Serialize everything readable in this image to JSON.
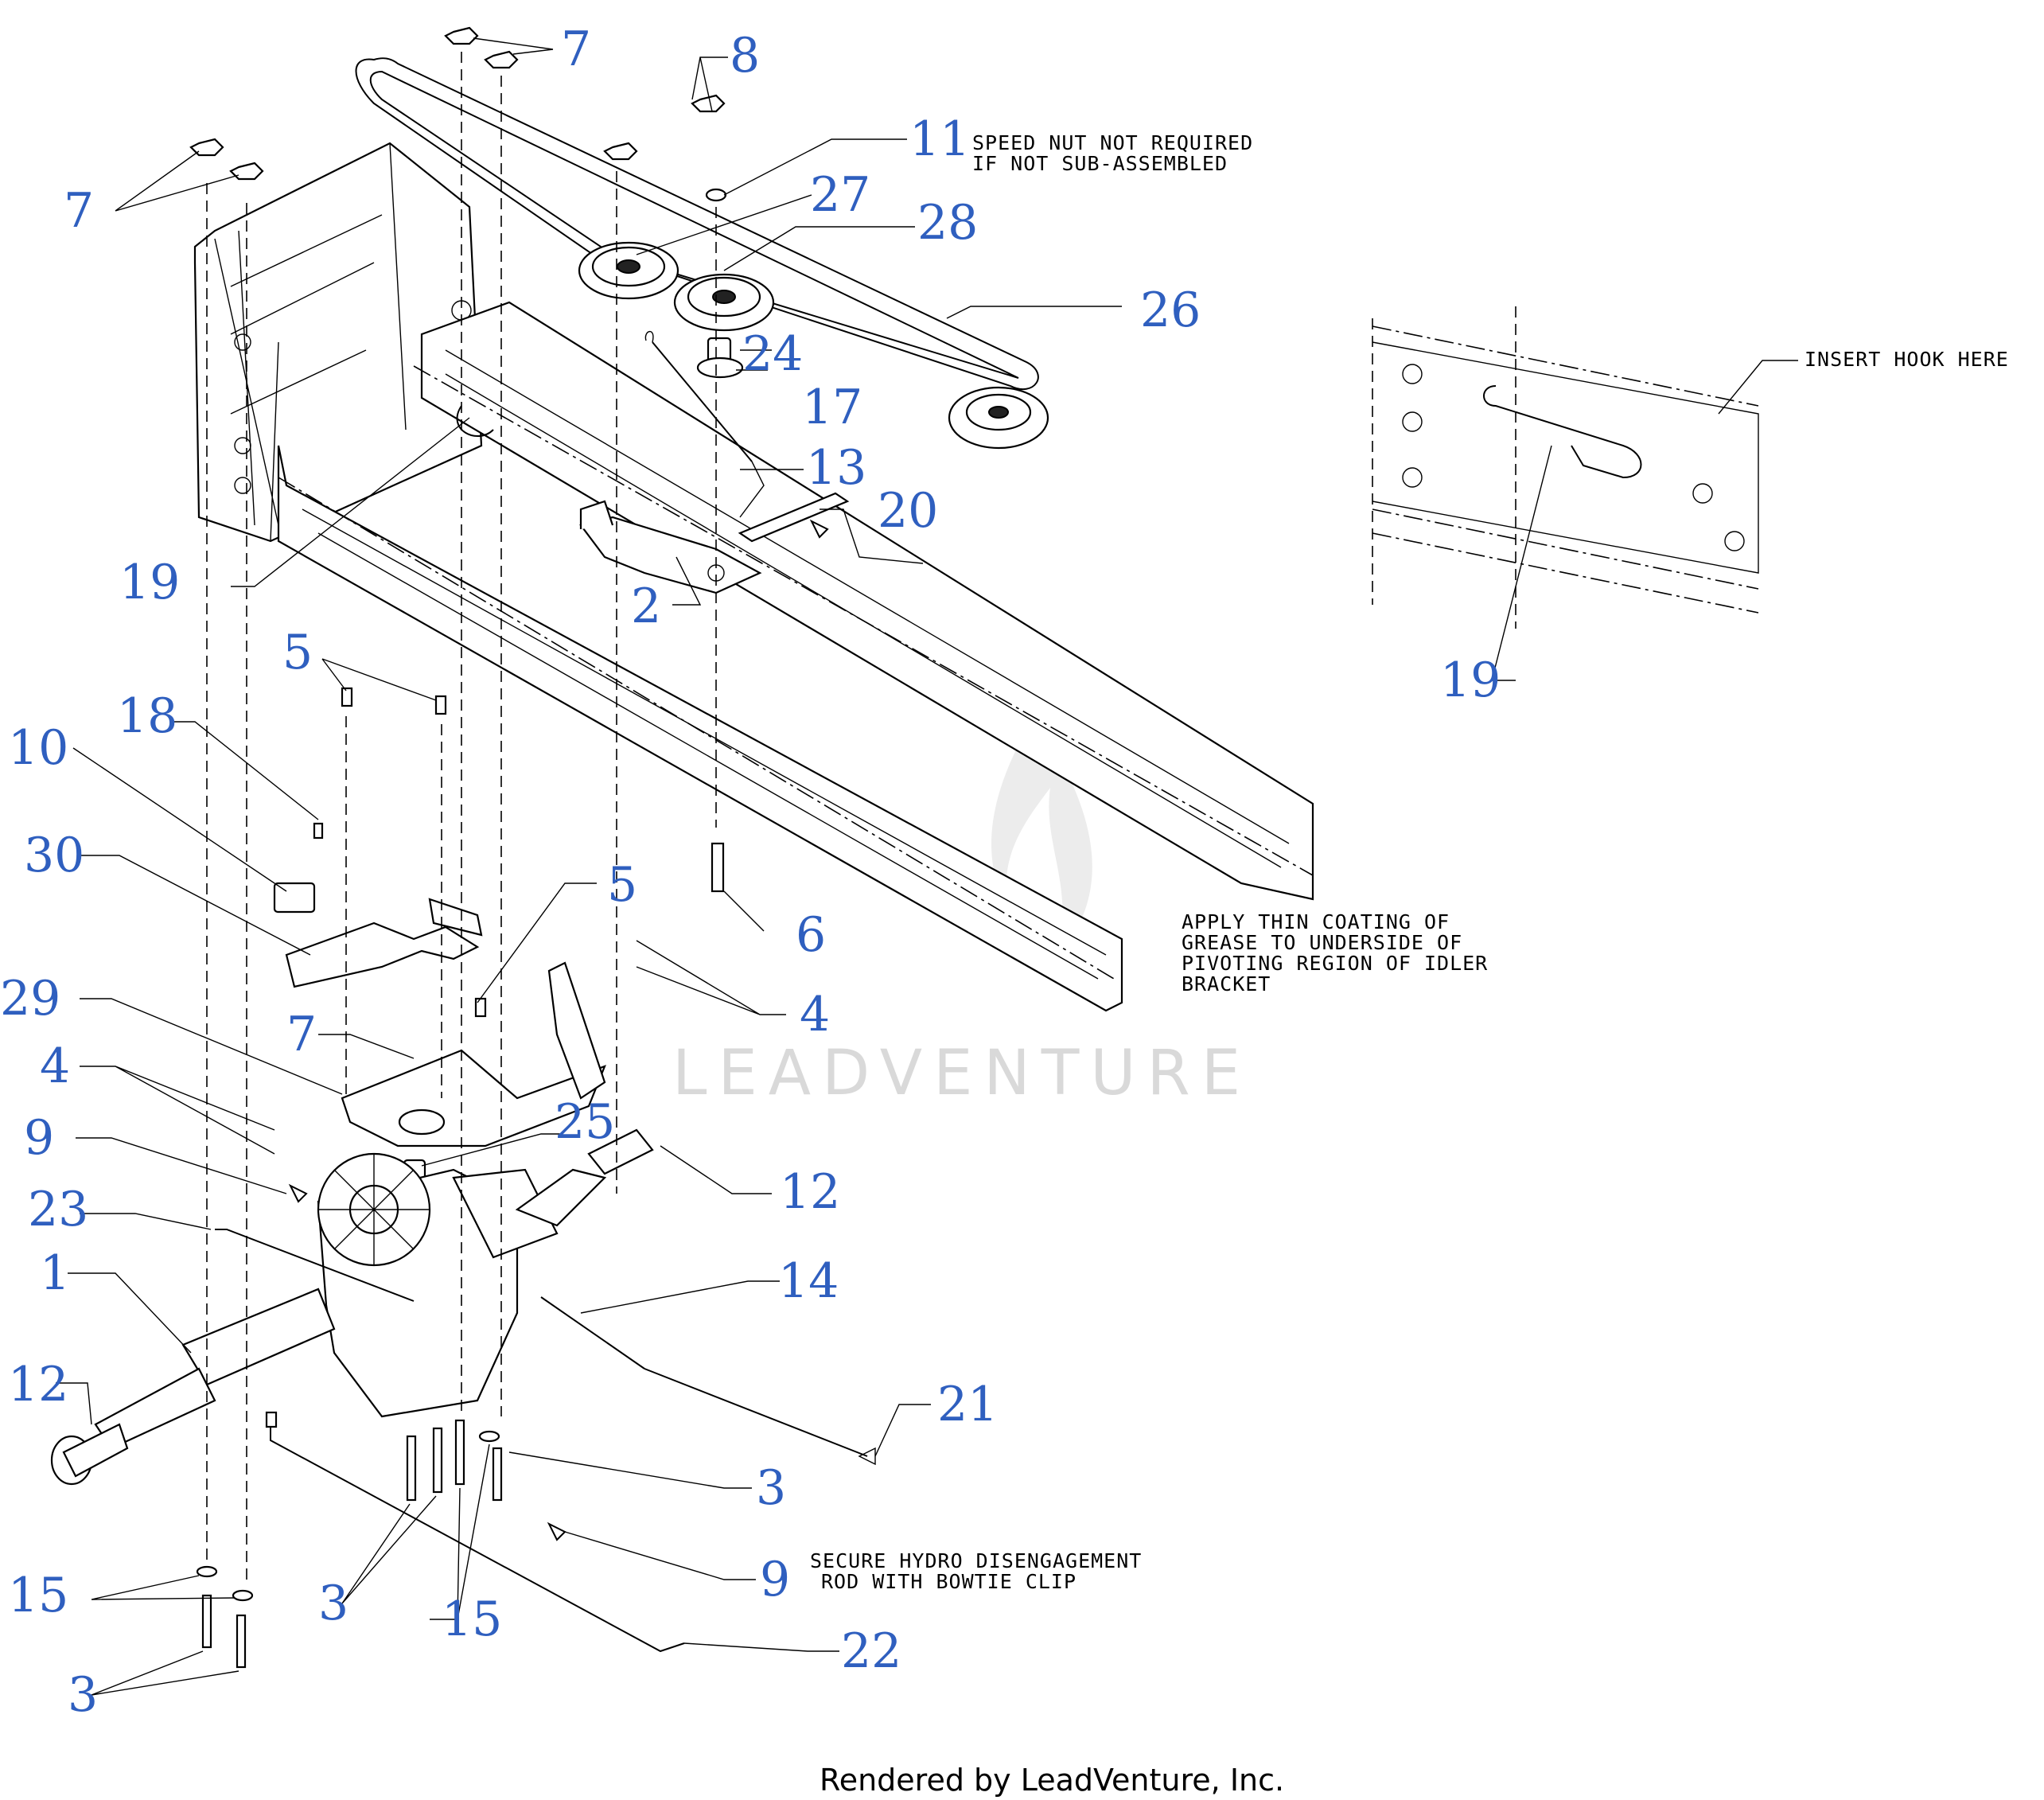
{
  "callouts": {
    "c7a": "7",
    "c8": "8",
    "c7b": "7",
    "c11": "11",
    "c27": "27",
    "c28": "28",
    "c26": "26",
    "c24": "24",
    "c17": "17",
    "c13": "13",
    "c20": "20",
    "c19a": "19",
    "c2": "2",
    "c5a": "5",
    "c18": "18",
    "c10": "10",
    "c30": "30",
    "c5b": "5",
    "c6": "6",
    "c4a": "4",
    "c29": "29",
    "c7c": "7",
    "c4b": "4",
    "c25": "25",
    "c9a": "9",
    "c12a": "12",
    "c23": "23",
    "c14": "14",
    "c1": "1",
    "c12b": "12",
    "c21": "21",
    "c3a": "3",
    "c9b": "9",
    "c15a": "15",
    "c3b": "3",
    "c15b": "15",
    "c22": "22",
    "c3c": "3",
    "c19b": "19"
  },
  "notes": {
    "speed_nut_line1": "SPEED NUT NOT REQUIRED",
    "speed_nut_line2": "IF NOT SUB-ASSEMBLED",
    "insert_hook": "INSERT HOOK HERE",
    "grease_line1": "APPLY THIN COATING OF",
    "grease_line2": "GREASE TO UNDERSIDE OF",
    "grease_line3": "PIVOTING REGION OF IDLER",
    "grease_line4": "BRACKET",
    "hydro_line1": "SECURE HYDRO DISENGAGEMENT",
    "hydro_line2": "ROD WITH BOWTIE CLIP"
  },
  "watermark": "LEADVENTURE",
  "footer": "Rendered by LeadVenture, Inc.",
  "colors": {
    "callout": "#2f5fbf",
    "line": "#000000",
    "watermark": "#d9d9d9"
  }
}
